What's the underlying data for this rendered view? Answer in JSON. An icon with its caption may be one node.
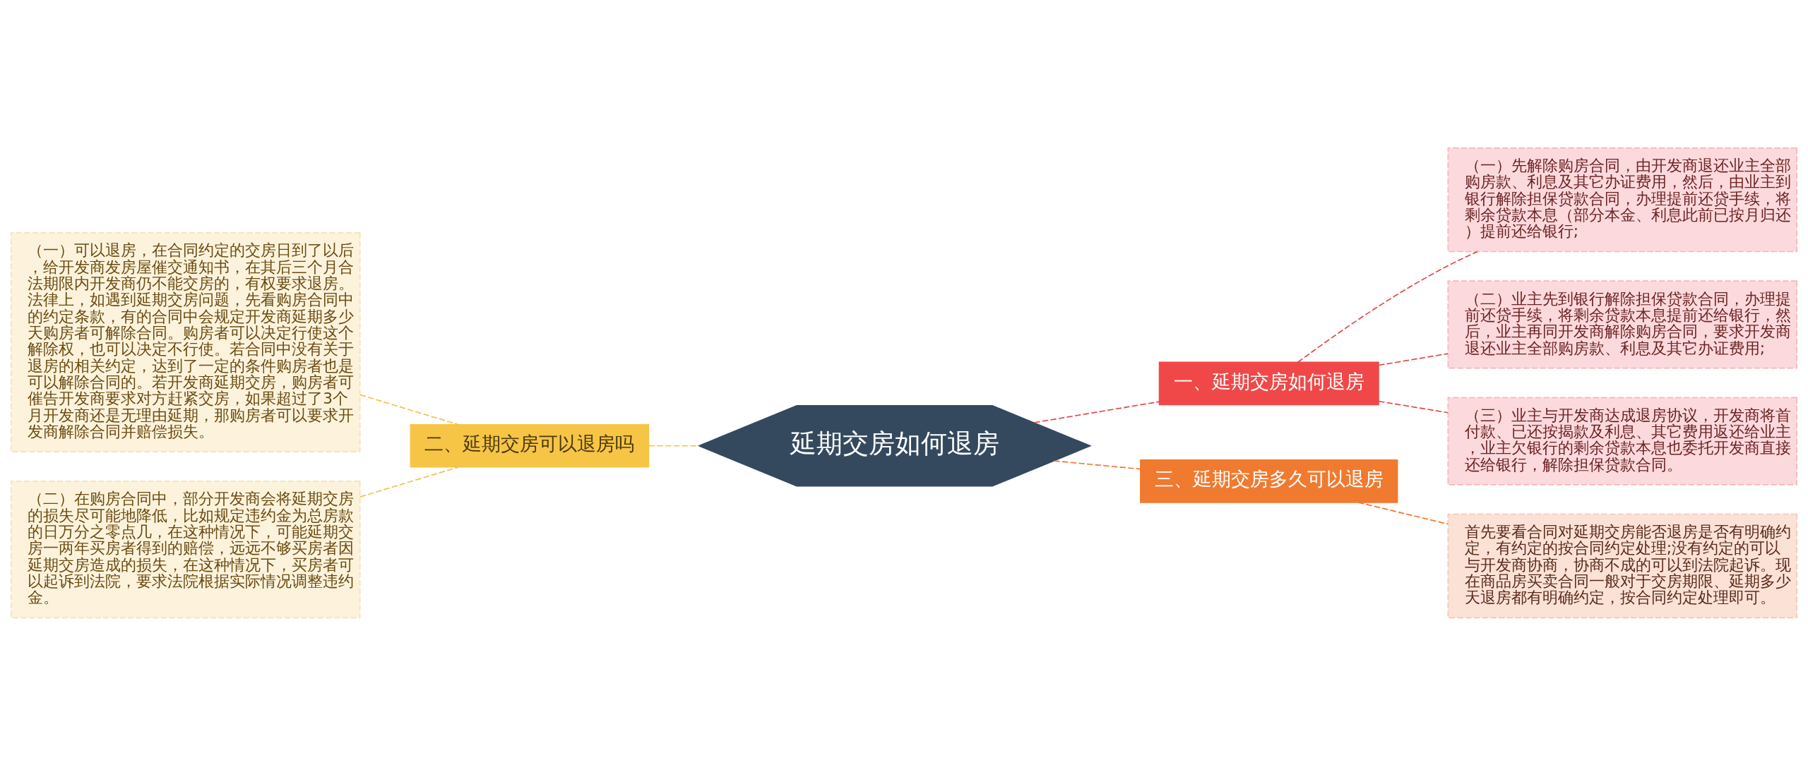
{
  "diagram": {
    "nodes": [
      {
        "text": [
          "延期交房如何退房"
        ]
      },
      {
        "text": [
          "一、延期交房如何退房"
        ]
      },
      {
        "text": [
          "（一）先解除购房合同，由开发商退还业主全部购房款、利息及其它办证费用，然后，由业主到银行解除担保贷款合同，办理提前还贷手续，将剩余贷款本息（部分本金、利息此前已按月归还）提前还给银行;"
        ]
      },
      {
        "text": [
          "（二）业主先到银行解除担保贷款合同，办理提前还贷手续，将剩余贷款本息提前还给银行，然后，业主再同开发商解除购房合同，要求开发商退还业主全部购房款、利息及其它办证费用;"
        ]
      },
      {
        "text": [
          "（三）业主与开发商达成退房协议，开发商将首付款、已还按揭款及利息、其它费用返还给业主，业主欠银行的剩余贷款本息也委托开发商直接还给银行，解除担保贷款合同。"
        ]
      },
      {
        "text": [
          "二、延期交房可以退房吗"
        ]
      },
      {
        "text": [
          "（一）可以退房，在合同约定的交房日到了以后，给开发商发房屋催交通知书，在其后三个月合法期限内开发商仍不能交房的，有权要求退房。法律上，如遇到延期交房问题，先看购房合同中的约定条款，有的合同中会规定开发商延期多少天购房者可解除合同。购房者可以决定行使这个解除权，也可以决定不行使。若合同中没有关于退房的相关约定，达到了一定的条件购房者也是可以解除合同的。若开发商延期交房，购房者可催告开发商要求对方赶紧交房，如果超过了3个月开发商还是无理由延期，那购房者可以要求开发商解除合同并赔偿损失。"
        ]
      },
      {
        "text": [
          "（二）在购房合同中，部分开发商会将延期交房的损失尽可能地降低，比如规定违约金为总房款的日万分之零点几，在这种情况下，可能延期交房一两年买房者得到的赔偿，远远不够买房者因延期交房造成的损失，在这种情况下，买房者可以起诉到法院，要求法院根据实际情况调整违约金。"
        ]
      },
      {
        "text": [
          "三、延期交房多久可以退房"
        ]
      },
      {
        "text": [
          "首先要看合同对延期交房能否退房是否有明确约定，有约定的按合同约定处理;没有约定的可以与开发商协商，协商不成的可以到法院起诉。现在商品房买卖合同一般对于交房期限、延期多少天退房都有明确约定，按合同约定处理即可。"
        ]
      }
    ],
    "edges": [
      {
        "from": 0,
        "to": 1,
        "arrow": "none",
        "style": "dashed",
        "color": "#e04848"
      },
      {
        "from": 1,
        "to": 2,
        "arrow": "none",
        "style": "dashed",
        "color": "#e04848"
      },
      {
        "from": 1,
        "to": 3,
        "arrow": "none",
        "style": "dashed",
        "color": "#e04848"
      },
      {
        "from": 1,
        "to": 4,
        "arrow": "none",
        "style": "dashed",
        "color": "#e04848"
      },
      {
        "from": 5,
        "to": 0,
        "arrow": "none",
        "style": "dashed",
        "color": "#f2c14e"
      },
      {
        "from": 6,
        "to": 5,
        "arrow": "none",
        "style": "dashed",
        "color": "#f2c14e"
      },
      {
        "from": 7,
        "to": 5,
        "arrow": "none",
        "style": "dashed",
        "color": "#f2c14e"
      },
      {
        "from": 0,
        "to": 8,
        "arrow": "none",
        "style": "dashed",
        "color": "#f07830"
      },
      {
        "from": 8,
        "to": 9,
        "arrow": "none",
        "style": "dashed",
        "color": "#f07830"
      }
    ]
  }
}
